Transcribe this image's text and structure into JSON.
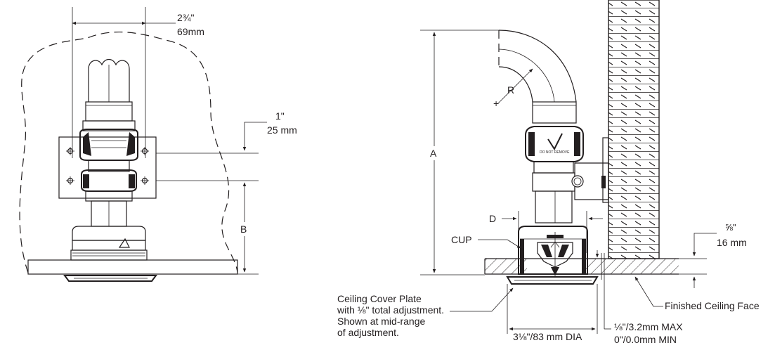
{
  "left_view": {
    "width_dim": {
      "line1": "2¾\"",
      "line2": "69mm"
    },
    "offset_dim": {
      "line1": "1\"",
      "line2": "25 mm"
    },
    "b_label": "B"
  },
  "right_view": {
    "a_label": "A",
    "r_label": "R",
    "d_label": "D",
    "cup_label": "CUP",
    "ceiling_thickness": {
      "line1": "⅝\"",
      "line2": "16 mm"
    },
    "cover_plate_note": [
      "Ceiling Cover Plate",
      "with ⅛\" total adjustment.",
      "Shown at mid-range",
      "of adjustment."
    ],
    "diameter_label": "3⅛\"/83 mm DIA",
    "gap_max": "⅛\"/3.2mm MAX",
    "gap_min": "0\"/0.0mm MIN",
    "finished_ceiling": "Finished Ceiling Face",
    "coupling_text": "DO NOT REMOVE"
  }
}
